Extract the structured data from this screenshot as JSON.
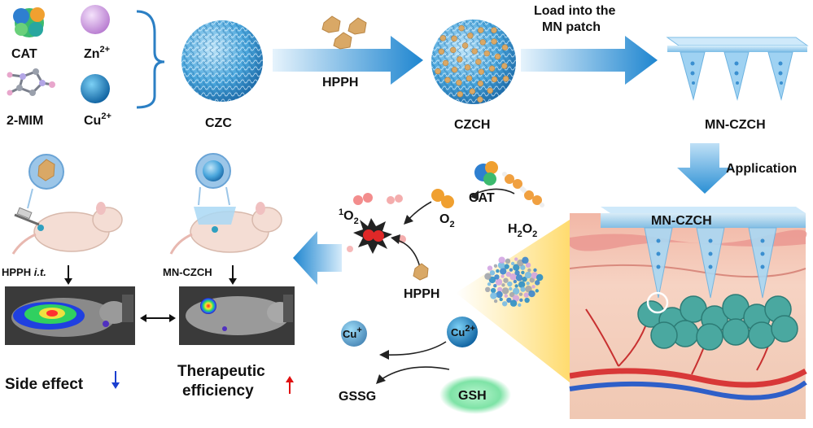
{
  "components": {
    "cat": "CAT",
    "zn": "Zn",
    "zn_charge": "2+",
    "mim": "2-MIM",
    "cu": "Cu",
    "cu_charge": "2+"
  },
  "stages": {
    "czc": "CZC",
    "hpph": "HPPH",
    "czch": "CZCH",
    "load_line1": "Load into the",
    "load_line2": "MN patch",
    "mn_czch": "MN-CZCH",
    "application": "Application",
    "patch_label": "MN-CZCH"
  },
  "mechanism": {
    "cat": "CAT",
    "o2": "O",
    "o2_sub": "2",
    "h2o2_h": "H",
    "h2o2_sub1": "2",
    "h2o2_o": "O",
    "h2o2_sub2": "2",
    "singlet_sup": "1",
    "singlet_o": "O",
    "singlet_sub": "2",
    "hpph": "HPPH",
    "cu_plus": "Cu",
    "cu_plus_charge": "+",
    "cu_2plus": "Cu",
    "cu_2plus_charge": "2+",
    "gssg": "GSSG",
    "gsh": "GSH"
  },
  "comparison": {
    "hpph_it": "HPPH ",
    "hpph_it_italic": "i.t.",
    "mn_czch": "MN-CZCH",
    "side_effect": "Side effect",
    "therapeutic_line1": "Therapeutic",
    "therapeutic_line2": "efficiency"
  },
  "colors": {
    "arrow_blue": "#2a8fd4",
    "sphere_blue": "#3f9fd8",
    "hpph_tan": "#d9a866",
    "zn_pink": "#cfa0e0",
    "cu_blue": "#1e88c8",
    "singlet_red": "#e03030",
    "tumor_teal": "#4aa8a0",
    "down_blue": "#1a3fd0",
    "up_red": "#e01010"
  }
}
